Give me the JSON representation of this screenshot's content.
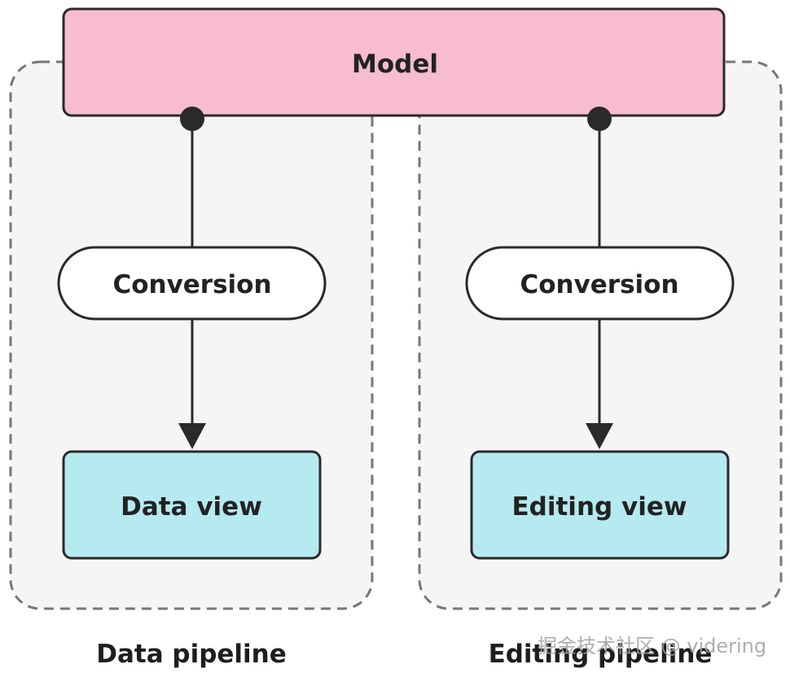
{
  "nodes": {
    "model": "Model",
    "data_conversion": "Conversion",
    "editing_conversion": "Conversion",
    "data_view": "Data view",
    "editing_view": "Editing view"
  },
  "groups": {
    "data_pipeline": "Data pipeline",
    "editing_pipeline": "Editing pipeline"
  },
  "watermark": "掘金技术社区 @ videring",
  "colors": {
    "model_fill": "#f7bccf",
    "view_fill": "#b5eaf0",
    "conversion_fill": "#ffffff",
    "group_fill": "#f5f5f5",
    "group_border": "#777777",
    "stroke": "#2a2a2a"
  }
}
